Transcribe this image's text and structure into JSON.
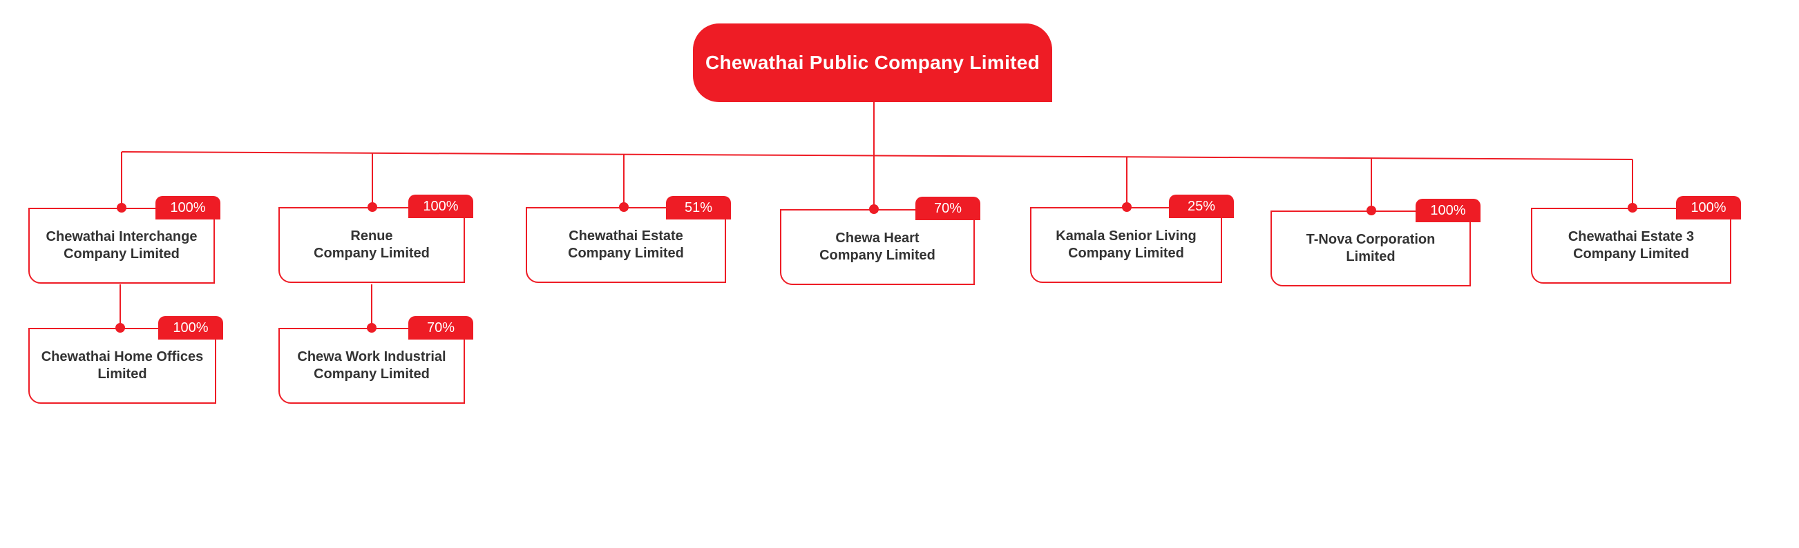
{
  "root": {
    "name": "Chewathai Public Company Limited"
  },
  "subsidiaries": [
    {
      "name": "Chewathai Interchange\nCompany Limited",
      "share": "100%",
      "children": [
        {
          "name": "Chewathai Home Offices\nLimited",
          "share": "100%"
        }
      ]
    },
    {
      "name": "Renue\nCompany Limited",
      "share": "100%",
      "children": [
        {
          "name": "Chewa Work Industrial\nCompany Limited",
          "share": "70%"
        }
      ]
    },
    {
      "name": "Chewathai Estate\nCompany Limited",
      "share": "51%",
      "children": []
    },
    {
      "name": "Chewa Heart\nCompany Limited",
      "share": "70%",
      "children": []
    },
    {
      "name": "Kamala Senior Living\nCompany Limited",
      "share": "25%",
      "children": []
    },
    {
      "name": "T-Nova Corporation\nLimited",
      "share": "100%",
      "children": []
    },
    {
      "name": "Chewathai Estate 3\nCompany Limited",
      "share": "100%",
      "children": []
    }
  ],
  "colors": {
    "accent": "#ee1c25",
    "text": "#333333",
    "background": "#ffffff"
  }
}
